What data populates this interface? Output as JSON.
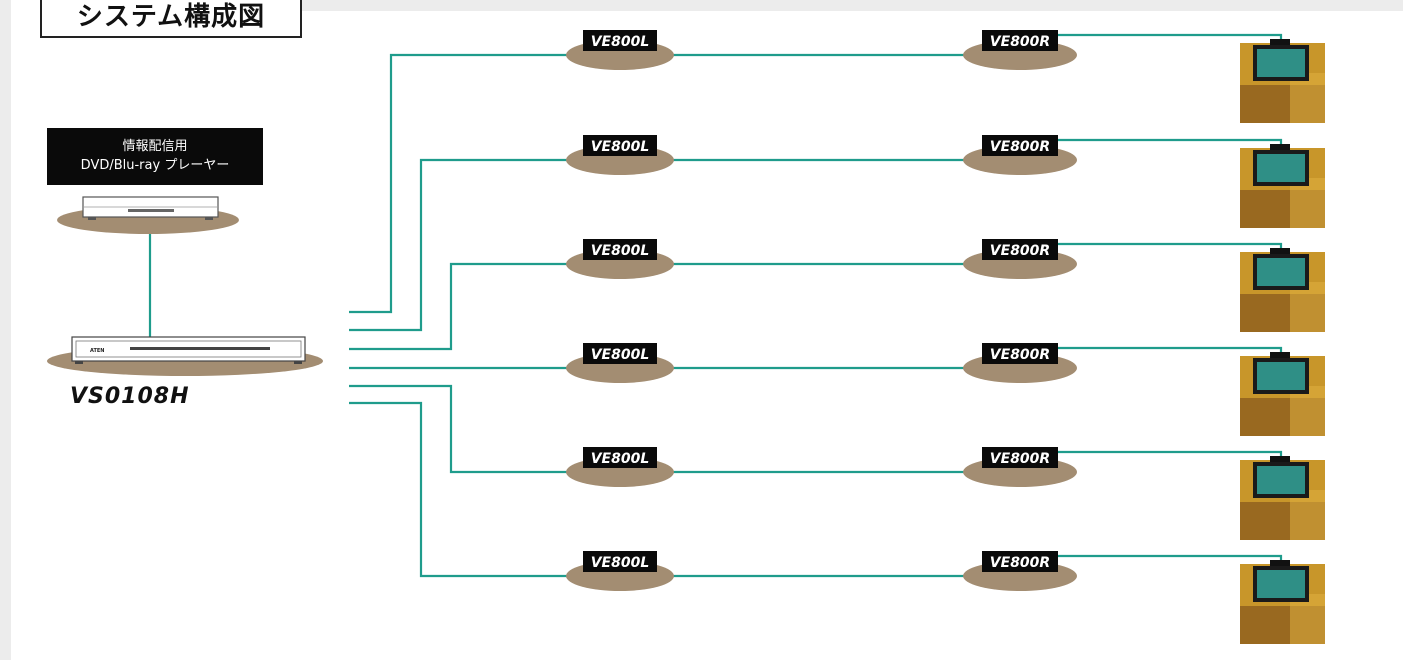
{
  "title": "システム構成図",
  "source": {
    "name_line1": "情報配信用",
    "name_line2": "DVD/Blu-ray プレーヤー"
  },
  "switch": {
    "model": "VS0108H",
    "brand": "ATEN"
  },
  "extenders": [
    {
      "transmitter": "VE800L",
      "receiver": "VE800R"
    },
    {
      "transmitter": "VE800L",
      "receiver": "VE800R"
    },
    {
      "transmitter": "VE800L",
      "receiver": "VE800R"
    },
    {
      "transmitter": "VE800L",
      "receiver": "VE800R"
    },
    {
      "transmitter": "VE800L",
      "receiver": "VE800R"
    },
    {
      "transmitter": "VE800L",
      "receiver": "VE800R"
    }
  ],
  "colors": {
    "cable": "#1f9c8c",
    "platform": "#a38d72",
    "label_bg": "#0a0a0a",
    "display_bg": "#c8962a",
    "screen": "#2f8f86"
  }
}
